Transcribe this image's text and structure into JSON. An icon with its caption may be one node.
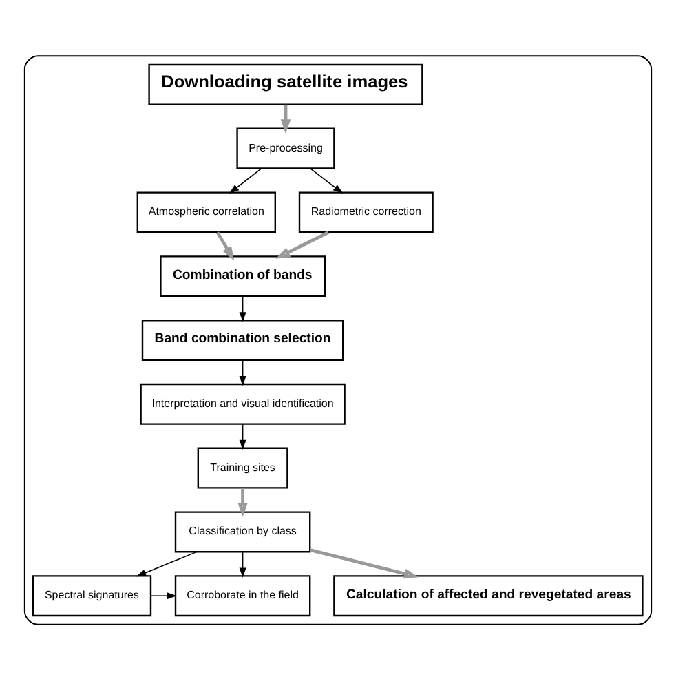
{
  "diagram": {
    "nodes": [
      {
        "text": [],
        "shape": "box"
      },
      {
        "text": [
          "Downloading satellite images"
        ],
        "in": 0
      },
      {
        "text": [
          "Pre-processing"
        ],
        "in": 0
      },
      {
        "text": [
          "Atmospheric correlation"
        ],
        "in": 0
      },
      {
        "text": [
          "Radiometric correction"
        ],
        "in": 0
      },
      {
        "text": [
          "Combination of bands"
        ],
        "in": 0
      },
      {
        "text": [
          "Band combination selection"
        ],
        "in": 0
      },
      {
        "text": [
          "Interpretation and visual identification"
        ],
        "in": 0
      },
      {
        "text": [
          "Training sites"
        ],
        "in": 0
      },
      {
        "text": [
          "Classification by class"
        ],
        "in": 0
      },
      {
        "text": [
          "Spectral signatures"
        ],
        "in": 0
      },
      {
        "text": [
          "Corroborate in the field"
        ],
        "in": 0
      },
      {
        "text": [
          "Calculation of affected and revegetated areas"
        ],
        "in": 0
      }
    ],
    "edges": [
      {
        "from": 1,
        "to": 2,
        "arrow": "to",
        "style": "thick",
        "color": "#999999"
      },
      {
        "from": 2,
        "to": 3,
        "arrow": "to"
      },
      {
        "from": 2,
        "to": 4,
        "arrow": "to"
      },
      {
        "from": 3,
        "to": 5,
        "arrow": "to",
        "style": "thick",
        "color": "#999999"
      },
      {
        "from": 4,
        "to": 5,
        "arrow": "to",
        "style": "thick",
        "color": "#999999"
      },
      {
        "from": 5,
        "to": 6,
        "arrow": "to"
      },
      {
        "from": 6,
        "to": 7,
        "arrow": "to"
      },
      {
        "from": 7,
        "to": 8,
        "arrow": "to"
      },
      {
        "from": 8,
        "to": 9,
        "arrow": "to",
        "style": "thick",
        "color": "#999999"
      },
      {
        "from": 9,
        "to": 10,
        "arrow": "to"
      },
      {
        "from": 9,
        "to": 11,
        "arrow": "to"
      },
      {
        "from": 10,
        "to": 11,
        "arrow": "to"
      },
      {
        "from": 9,
        "to": 12,
        "arrow": "to",
        "style": "thick",
        "color": "#999999"
      }
    ]
  }
}
